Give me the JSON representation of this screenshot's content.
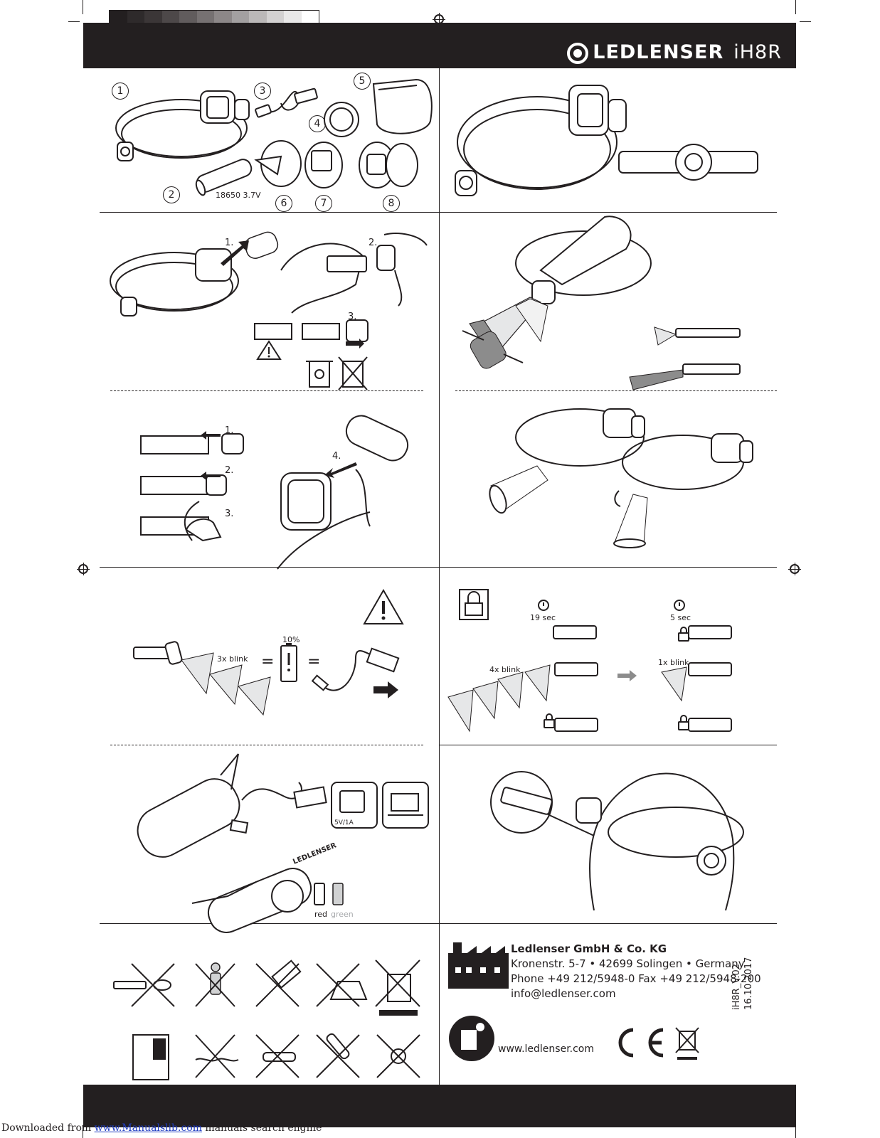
{
  "header": {
    "brand": "LEDLENSER",
    "model": "iH8R"
  },
  "colors": {
    "bar": "#231f20",
    "link": "#1f3cc1",
    "gray": "#d1d2d3"
  },
  "contents": {
    "numbers": [
      "1",
      "2",
      "3",
      "4",
      "5",
      "6",
      "7",
      "8"
    ],
    "battery_label": "18650 3.7V"
  },
  "battery_change": {
    "step1": "1.",
    "step2": "2.",
    "step3": "3."
  },
  "battery_remove": {
    "step1": "1.",
    "step2": "2.",
    "step3": "3.",
    "step4": "4."
  },
  "low_battery": {
    "blink": "3x blink",
    "percent": "10%",
    "equals1": "=",
    "equals2": "="
  },
  "lock": {
    "time1": "19 sec",
    "time2": "5 sec",
    "blink1": "4x blink",
    "blink2": "1x blink"
  },
  "charging": {
    "charger_label": "5V/1A",
    "red": "red",
    "green": "green",
    "brand_on_battery": "LEDLENSER"
  },
  "company": {
    "name": "Ledlenser GmbH & Co. KG",
    "address": "Kronenstr. 5-7 • 42699 Solingen • Germany",
    "phone": "Phone +49 212/5948-0 Fax +49 212/5948-200",
    "email": "info@ledlenser.com",
    "website": "www.ledlenser.com"
  },
  "version": {
    "code": "iH8R_V.02",
    "date": "16.10.2017"
  },
  "footer": {
    "prefix": "Downloaded from",
    "link": "www.Manualslib.com",
    "suffix": " manuals search engine"
  }
}
